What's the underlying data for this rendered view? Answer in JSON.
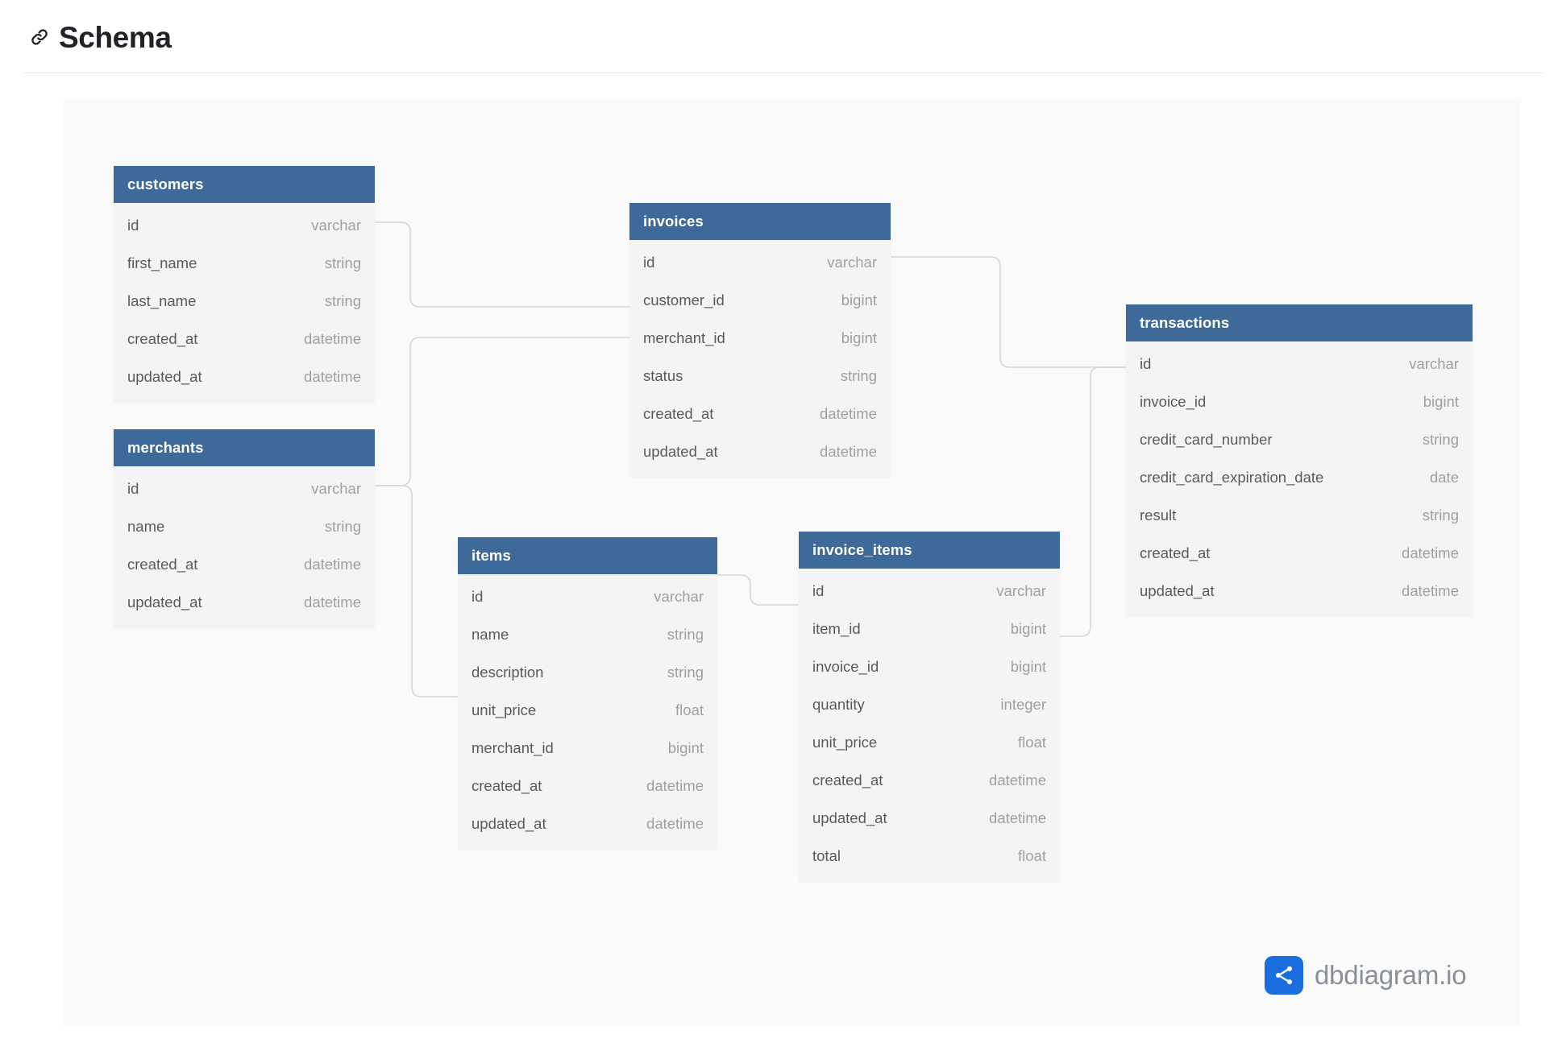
{
  "header": {
    "anchor_icon": "link-icon",
    "title": "Schema"
  },
  "diagram": {
    "type": "erd",
    "tool": "dbdiagram.io",
    "header_color": "#3d6a98",
    "row_background": "#f4f4f5",
    "canvas_background": "#fafafa",
    "field_name_color": "#5a5a5a",
    "field_type_color": "#a0a0a0",
    "connector_color": "#d6d6d6",
    "tables": [
      {
        "name": "customers",
        "fields": [
          {
            "name": "id",
            "type": "varchar"
          },
          {
            "name": "first_name",
            "type": "string"
          },
          {
            "name": "last_name",
            "type": "string"
          },
          {
            "name": "created_at",
            "type": "datetime"
          },
          {
            "name": "updated_at",
            "type": "datetime"
          }
        ]
      },
      {
        "name": "merchants",
        "fields": [
          {
            "name": "id",
            "type": "varchar"
          },
          {
            "name": "name",
            "type": "string"
          },
          {
            "name": "created_at",
            "type": "datetime"
          },
          {
            "name": "updated_at",
            "type": "datetime"
          }
        ]
      },
      {
        "name": "invoices",
        "fields": [
          {
            "name": "id",
            "type": "varchar"
          },
          {
            "name": "customer_id",
            "type": "bigint"
          },
          {
            "name": "merchant_id",
            "type": "bigint"
          },
          {
            "name": "status",
            "type": "string"
          },
          {
            "name": "created_at",
            "type": "datetime"
          },
          {
            "name": "updated_at",
            "type": "datetime"
          }
        ]
      },
      {
        "name": "items",
        "fields": [
          {
            "name": "id",
            "type": "varchar"
          },
          {
            "name": "name",
            "type": "string"
          },
          {
            "name": "description",
            "type": "string"
          },
          {
            "name": "unit_price",
            "type": "float"
          },
          {
            "name": "merchant_id",
            "type": "bigint"
          },
          {
            "name": "created_at",
            "type": "datetime"
          },
          {
            "name": "updated_at",
            "type": "datetime"
          }
        ]
      },
      {
        "name": "invoice_items",
        "fields": [
          {
            "name": "id",
            "type": "varchar"
          },
          {
            "name": "item_id",
            "type": "bigint"
          },
          {
            "name": "invoice_id",
            "type": "bigint"
          },
          {
            "name": "quantity",
            "type": "integer"
          },
          {
            "name": "unit_price",
            "type": "float"
          },
          {
            "name": "created_at",
            "type": "datetime"
          },
          {
            "name": "updated_at",
            "type": "datetime"
          },
          {
            "name": "total",
            "type": "float"
          }
        ]
      },
      {
        "name": "transactions",
        "fields": [
          {
            "name": "id",
            "type": "varchar"
          },
          {
            "name": "invoice_id",
            "type": "bigint"
          },
          {
            "name": "credit_card_number",
            "type": "string"
          },
          {
            "name": "credit_card_expiration_date",
            "type": "date"
          },
          {
            "name": "result",
            "type": "string"
          },
          {
            "name": "created_at",
            "type": "datetime"
          },
          {
            "name": "updated_at",
            "type": "datetime"
          }
        ]
      }
    ],
    "relationships": [
      {
        "from_table": "customers",
        "from_field": "id",
        "to_table": "invoices",
        "to_field": "customer_id"
      },
      {
        "from_table": "merchants",
        "from_field": "id",
        "to_table": "invoices",
        "to_field": "merchant_id"
      },
      {
        "from_table": "merchants",
        "from_field": "id",
        "to_table": "items",
        "to_field": "merchant_id"
      },
      {
        "from_table": "invoices",
        "from_field": "id",
        "to_table": "transactions",
        "to_field": "invoice_id"
      },
      {
        "from_table": "items",
        "from_field": "id",
        "to_table": "invoice_items",
        "to_field": "item_id"
      },
      {
        "from_table": "invoice_items",
        "from_field": "invoice_id",
        "to_table": "transactions",
        "to_field": "invoice_id"
      }
    ]
  },
  "logo": {
    "mark": "dbdiagram-share-icon",
    "text": "dbdiagram.io",
    "mark_color": "#1a6ee0"
  }
}
